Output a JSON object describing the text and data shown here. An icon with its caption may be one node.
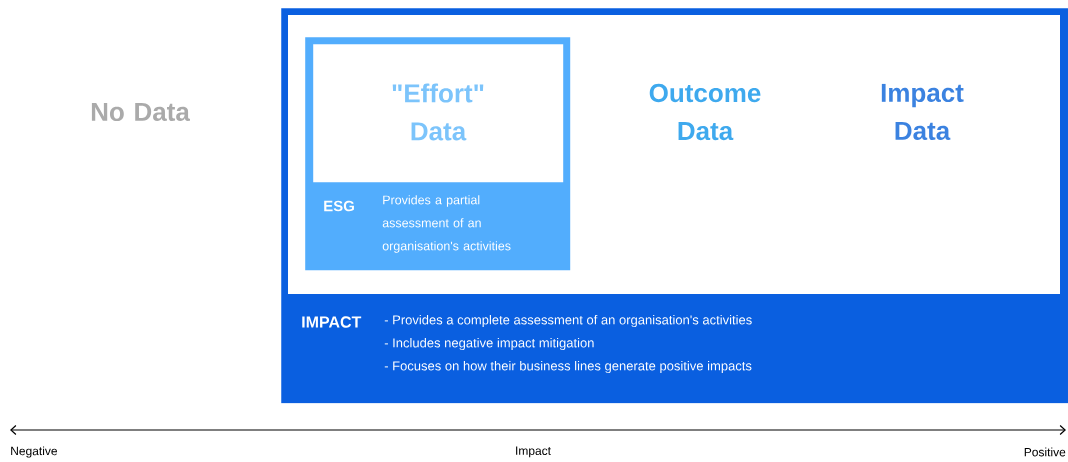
{
  "diagram": {
    "nodes": [
      {
        "text": [
          "IMPACT",
          "- Provides a complete assessment of an organisation's activities",
          "- Includes negative impact mitigation",
          "- Focuses on how their business lines generate positive impacts"
        ]
      },
      {
        "text": [
          "ESG",
          "Provides a partial assessment of an organisation's activities"
        ],
        "in": 0
      },
      {
        "text": [
          "\"Effort\" Data"
        ],
        "in": 1
      }
    ],
    "labels": [
      "No Data",
      "Outcome Data",
      "Impact Data",
      "Negative",
      "Impact",
      "Positive"
    ]
  }
}
